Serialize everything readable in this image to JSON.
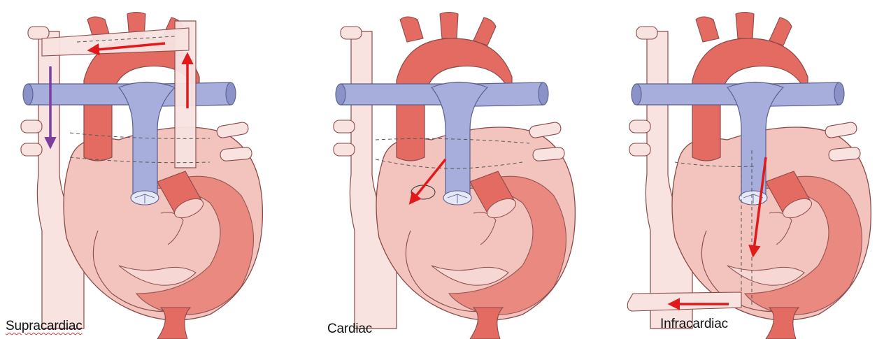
{
  "figure": {
    "panels": [
      {
        "id": "supracardiac",
        "label": "Supracardiac"
      },
      {
        "id": "cardiac",
        "label": "Cardiac"
      },
      {
        "id": "infracardiac",
        "label": "Infracardiac"
      }
    ]
  },
  "colors": {
    "vein_fill": "#f8e3e1",
    "vein_stroke": "#8a4a48",
    "heart_fill": "#f3c3bd",
    "heart_wall": "#e8837a",
    "aorta": "#e46b62",
    "pulmonary": "#a7aedc",
    "pulmonary_dark": "#7e86c2",
    "arrow_red": "#e0191b",
    "arrow_purple": "#7b3f9e",
    "dashed": "#555555"
  }
}
